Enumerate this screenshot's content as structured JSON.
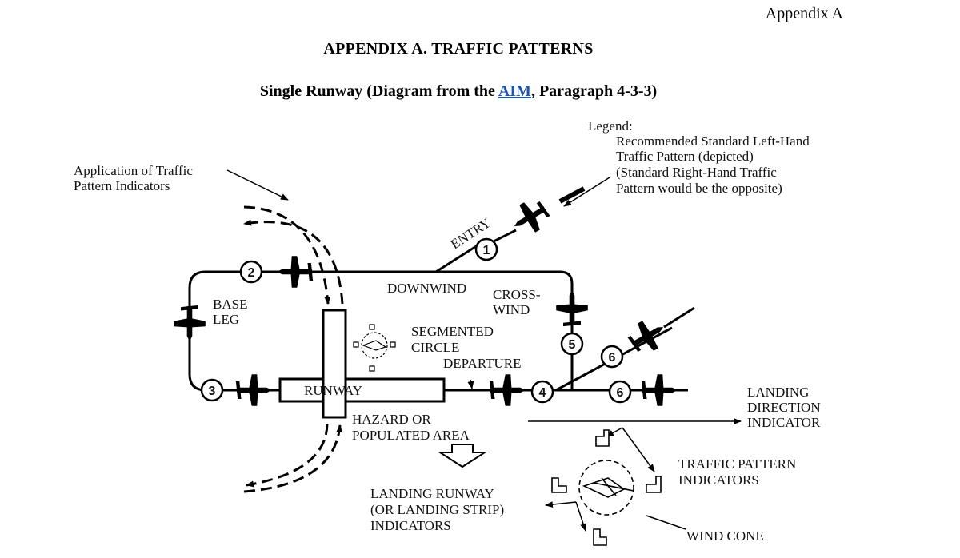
{
  "header": {
    "appendix_label": "Appendix A"
  },
  "title": "APPENDIX A.  TRAFFIC PATTERNS",
  "subtitle": {
    "before": "Single Runway (Diagram from the ",
    "link": "AIM",
    "after": ", Paragraph 4-3-3)"
  },
  "legend": {
    "heading": "Legend:",
    "lines": [
      "Recommended Standard Left-Hand",
      "Traffic Pattern (depicted)",
      "(Standard Right-Hand Traffic",
      "Pattern would be the opposite)"
    ]
  },
  "labels": {
    "application_1": "Application of Traffic",
    "application_2": "Pattern Indicators",
    "entry": "ENTRY",
    "downwind": "DOWNWIND",
    "crosswind_1": "CROSS-",
    "crosswind_2": "WIND",
    "base_1": "BASE",
    "base_2": "LEG",
    "segmented_1": "SEGMENTED",
    "segmented_2": "CIRCLE",
    "departure": "DEPARTURE",
    "runway": "RUNWAY",
    "hazard_1": "HAZARD OR",
    "hazard_2": "POPULATED AREA",
    "landing_runway_1": "LANDING RUNWAY",
    "landing_runway_2": "(OR LANDING STRIP)",
    "landing_runway_3": "INDICATORS",
    "landing_direction_1": "LANDING",
    "landing_direction_2": "DIRECTION",
    "landing_direction_3": "INDICATOR",
    "traffic_pattern_1": "TRAFFIC PATTERN",
    "traffic_pattern_2": "INDICATORS",
    "wind_cone": "WIND CONE"
  },
  "legs": {
    "n1": "1",
    "n2": "2",
    "n3": "3",
    "n4": "4",
    "n5": "5",
    "n6a": "6",
    "n6b": "6"
  },
  "colors": {
    "link": "#1f55a8",
    "line": "#000000"
  }
}
